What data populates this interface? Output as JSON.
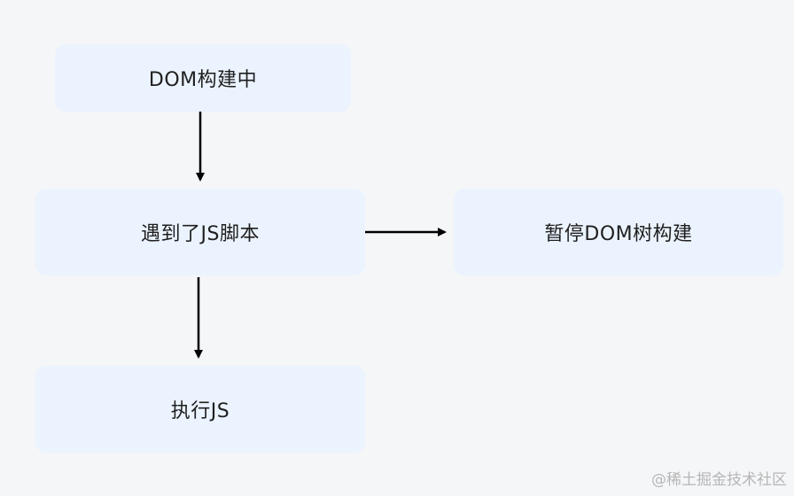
{
  "nodes": {
    "dom_building": "DOM构建中",
    "js_encounter": "遇到了JS脚本",
    "pause_dom": "暂停DOM树构建",
    "execute_js": "执行JS"
  },
  "watermark": "@稀土掘金技术社区",
  "colors": {
    "background": "#f5f6f8",
    "node_fill": "#ebf3fe",
    "arrow": "#000000",
    "text": "#1f1f1f"
  }
}
